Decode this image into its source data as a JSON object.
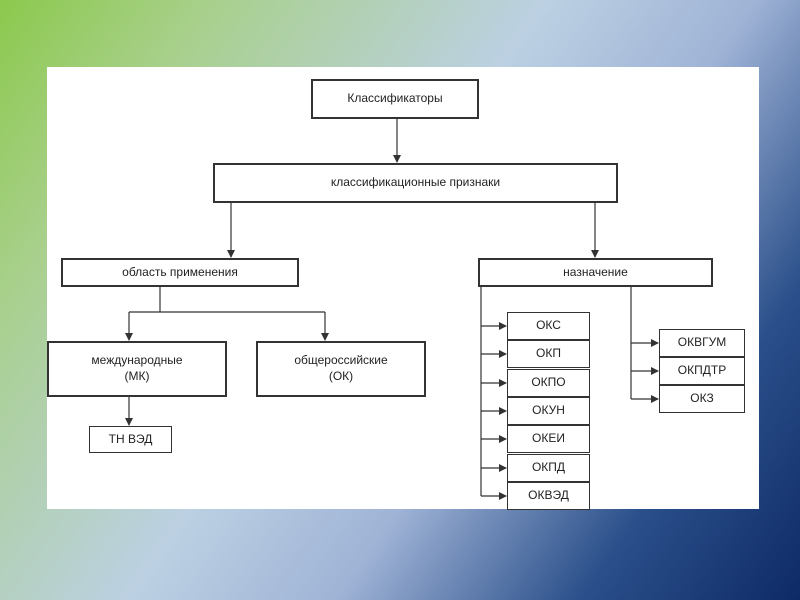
{
  "nodes": {
    "root": "Классификаторы",
    "features": "классификационные признаки",
    "scope": "область применения",
    "purpose": "назначение",
    "intl_line1": "международные",
    "intl_line2": "(МК)",
    "national_line1": "общероссийские",
    "national_line2": "(ОК)",
    "tnved": "ТН ВЭД",
    "purpose_left": [
      "ОКС",
      "ОКП",
      "ОКПО",
      "ОКУН",
      "ОКЕИ",
      "ОКПД",
      "ОКВЭД"
    ],
    "purpose_right": [
      "ОКВГУМ",
      "ОКПДТР",
      "ОКЗ"
    ]
  },
  "colors": {
    "line": "#333333",
    "bg_green": "#8cc94d",
    "bg_navy": "#0e2a66"
  }
}
